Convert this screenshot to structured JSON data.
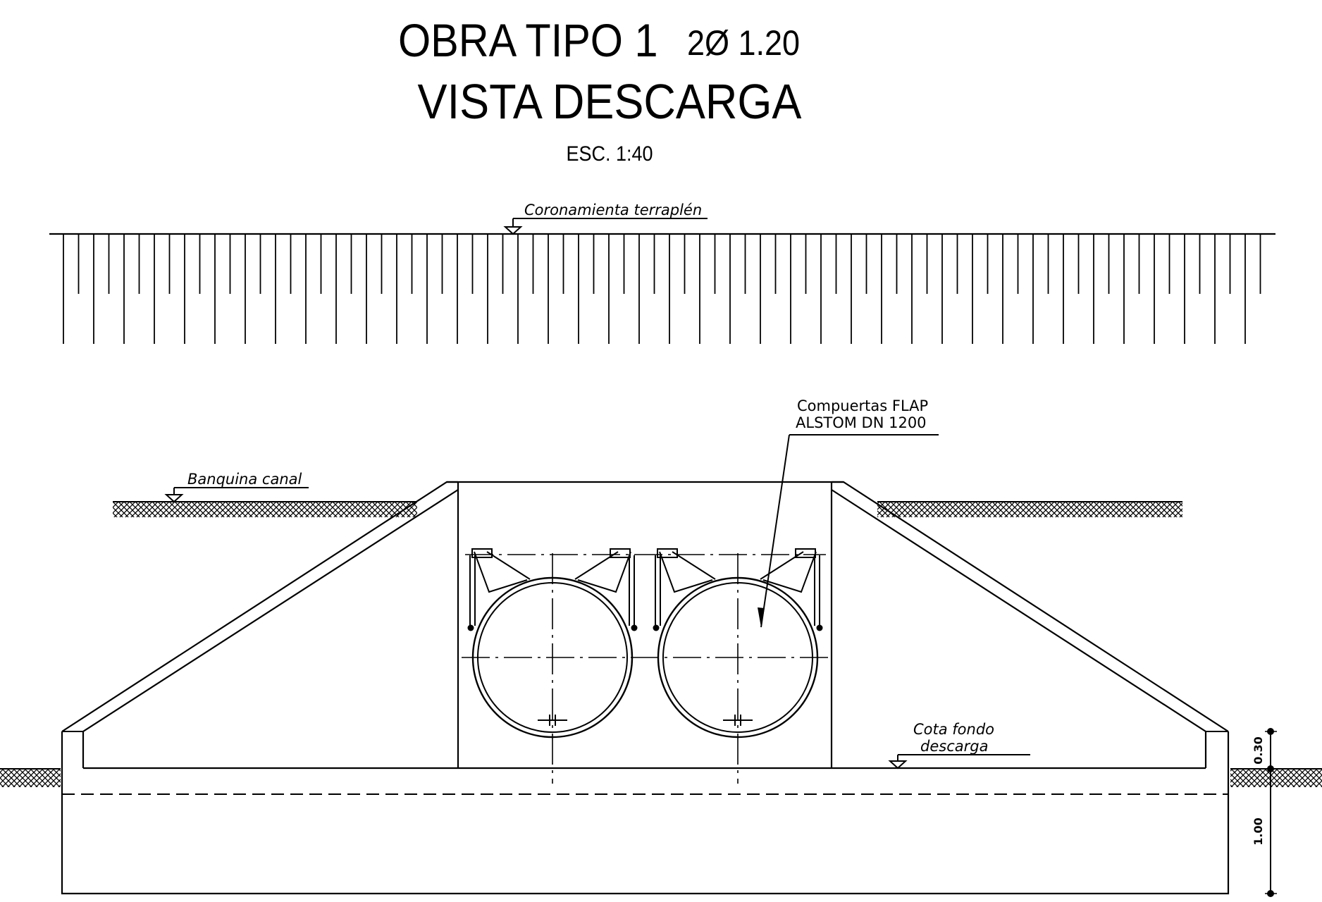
{
  "title": {
    "line1_main": "OBRA TIPO 1",
    "line1_sub": "2Ø 1.20",
    "line2": "VISTA DESCARGA",
    "scale": "ESC. 1:40"
  },
  "labels": {
    "crest": "Coronamienta terraplén",
    "bank": "Banquina canal",
    "gates_line1": "Compuertas FLAP",
    "gates_line2": "ALSTOM DN 1200",
    "bottom_line1": "Cota fondo",
    "bottom_line2": "descarga"
  },
  "dimensions": {
    "upper": "0.30",
    "lower": "1.00"
  }
}
